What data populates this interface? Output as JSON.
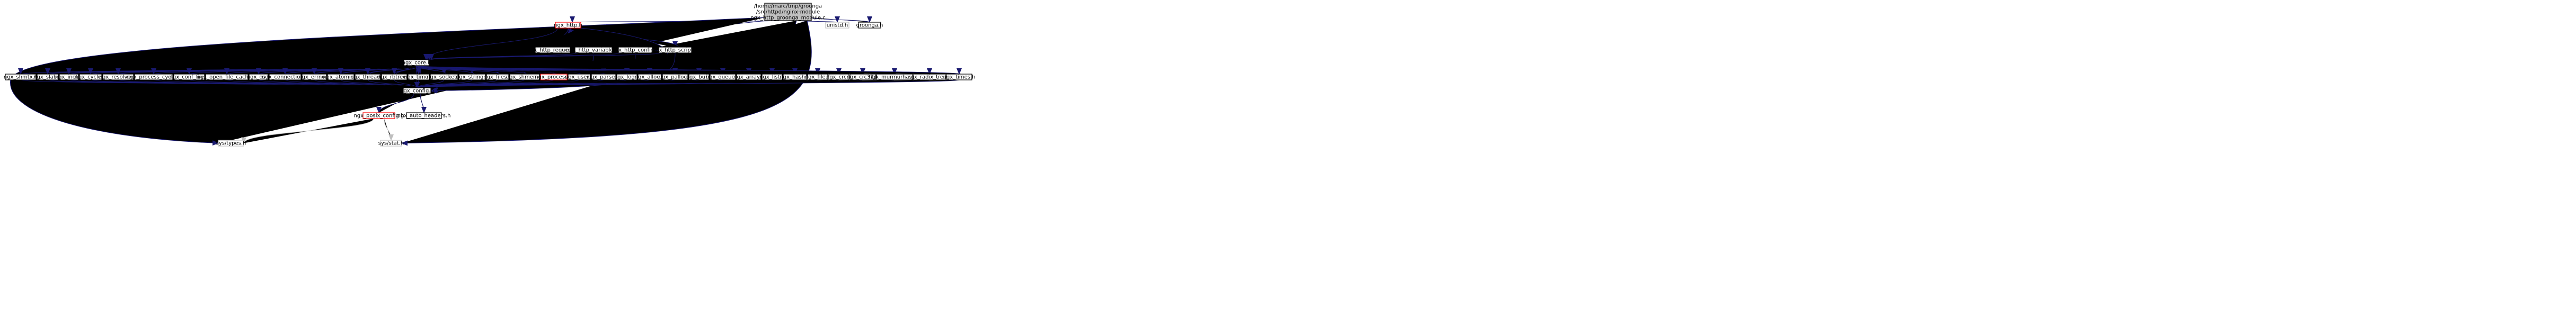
{
  "colors": {
    "edge": "#191970",
    "edge_light": "#bebebe",
    "border": "#000000",
    "border_incomplete": "#ff0000",
    "border_system": "#bfbfbf",
    "root_fill": "#bfbfbf",
    "node_fill": "#ffffff",
    "text": "#000000",
    "text_incomplete": "#ff0000",
    "text_system": "#555555"
  },
  "nodes": {
    "root": {
      "lines": [
        "/home/marc/tmp/groonga",
        "/src/httpd/nginx-module",
        "ngx_http_groonga_module.c"
      ]
    },
    "unistd": {
      "label": "unistd.h"
    },
    "groonga": {
      "label": "groonga.h"
    },
    "ngx_http": {
      "label": "ngx_http.h"
    },
    "ngx_http_request": {
      "label": "ngx_http_request.h"
    },
    "ngx_http_variables": {
      "label": "ngx_http_variables.h"
    },
    "ngx_http_config": {
      "label": "ngx_http_config.h"
    },
    "ngx_http_script": {
      "label": "ngx_http_script.h"
    },
    "ngx_core": {
      "label": "ngx_core.h"
    },
    "ngx_config": {
      "label": "ngx_config.h"
    },
    "ngx_posix_config": {
      "label": "ngx_posix_config.h"
    },
    "ngx_auto_headers": {
      "label": "ngx_auto_headers.h"
    },
    "sys_types": {
      "label": "sys/types.h"
    },
    "sys_stat": {
      "label": "sys/stat.h"
    },
    "row": [
      "ngx_shmtx.h",
      "ngx_slab.h",
      "ngx_inet.h",
      "ngx_cycle.h",
      "ngx_resolver.h",
      "ngx_process_cycle.h",
      "ngx_conf_file.h",
      "ngx_open_file_cache.h",
      "ngx_os.h",
      "ngx_connection.h",
      "ngx_errno.h",
      "ngx_atomic.h",
      "ngx_thread.h",
      "ngx_rbtree.h",
      "ngx_time.h",
      "ngx_socket.h",
      "ngx_string.h",
      "ngx_files.h",
      "ngx_shmem.h",
      "ngx_process.h",
      "ngx_user.h",
      "ngx_parse.h",
      "ngx_log.h",
      "ngx_alloc.h",
      "ngx_palloc.h",
      "ngx_buf.h",
      "ngx_queue.h",
      "ngx_array.h",
      "ngx_list.h",
      "ngx_hash.h",
      "ngx_file.h",
      "ngx_crc.h",
      "ngx_crc32.h",
      "ngx_murmurhash.h",
      "ngx_radix_tree.h",
      "ngx_times.h"
    ]
  }
}
